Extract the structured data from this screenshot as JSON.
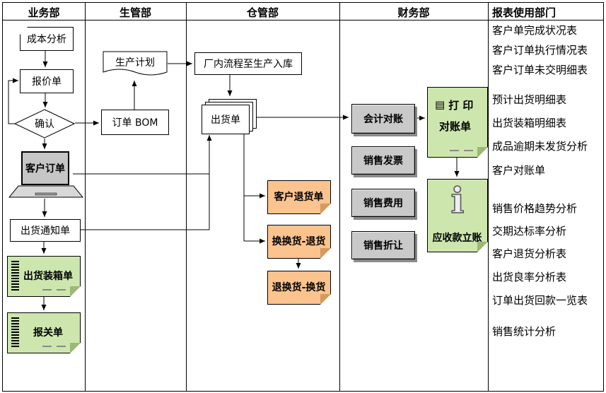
{
  "lanes": [
    {
      "label": "业务部"
    },
    {
      "label": "生管部"
    },
    {
      "label": "仓管部"
    },
    {
      "label": "财务部"
    },
    {
      "label": "报表使用部门"
    }
  ],
  "nodes": {
    "cost_analysis": "成本分析",
    "quotation": "报价单",
    "confirm": "确认",
    "customer_order": "客户订单",
    "shipment_notice": "出货通知单",
    "packing_list": "出货装箱单",
    "customs_form": "报关单",
    "production_plan": "生产计划",
    "order_bom": "订单 BOM",
    "factory_process": "厂内流程至生产入库",
    "shipment_doc": "出货单",
    "customer_return": "客户退货单",
    "exchange_return": "换换货-退货",
    "return_exchange": "退换货-换货",
    "acct_recon": "会计对账",
    "sales_invoice": "销售发票",
    "sales_expense": "销售费用",
    "sales_allowance": "销售折让",
    "print_line1": "打 印",
    "print_line2": "对账单",
    "ar_posting": "应收款立账",
    "info_glyph": "i",
    "printer_glyph": "▤"
  },
  "reports": [
    "客户单完成状况表",
    "客户订单执行情况表",
    "客户订单未交明细表",
    "预计出货明细表",
    "出货装箱明细表",
    "成品逾期未发货分析",
    "客户对账单",
    "销售价格趋势分析",
    "交期达标率分析",
    "客户退货分析表",
    "出货良率分析表",
    "订单出货回款一览表",
    "销售统计分析"
  ],
  "colors": {
    "note_green": "#cde6ae",
    "note_orange": "#fbc38e",
    "box_gray": "#c9c9c9"
  }
}
